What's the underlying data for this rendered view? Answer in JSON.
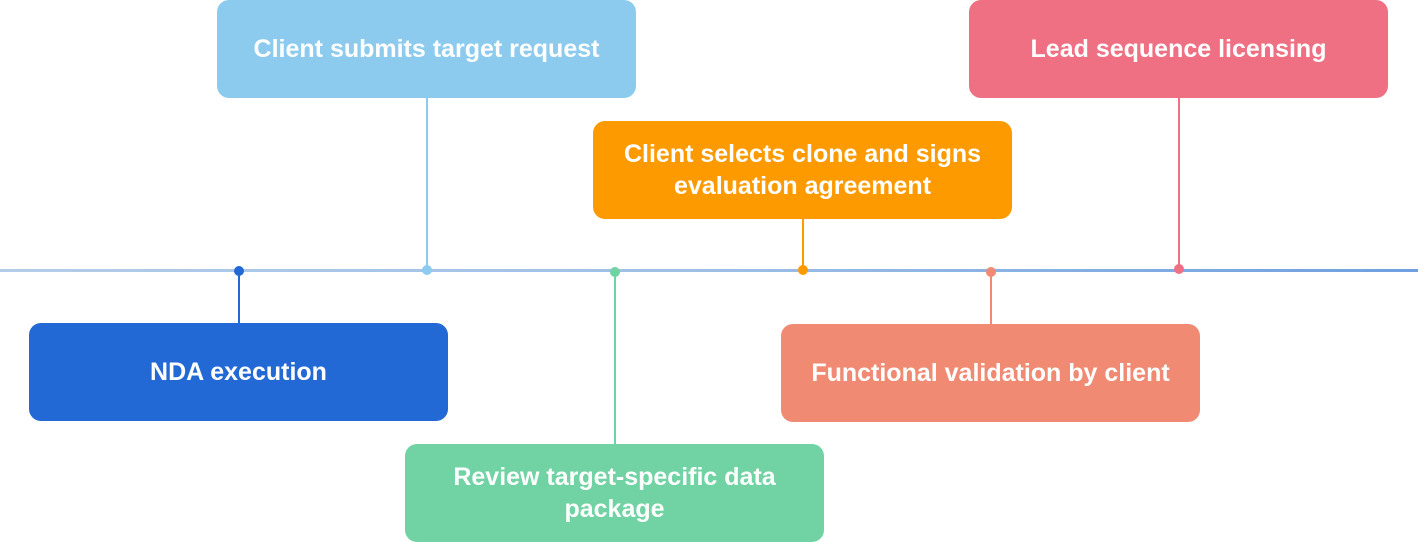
{
  "events": [
    {
      "label": "NDA execution",
      "color": "#2369d6"
    },
    {
      "label": "Client submits target request",
      "color": "#8ccbee"
    },
    {
      "label": "Review target-specific data package",
      "color": "#71d3a3"
    },
    {
      "label": "Client selects clone and signs evaluation agreement",
      "color": "#fd9a00"
    },
    {
      "label": "Functional validation by client",
      "color": "#f08a72"
    },
    {
      "label": "Lead sequence licensing",
      "color": "#ef6f83"
    }
  ]
}
